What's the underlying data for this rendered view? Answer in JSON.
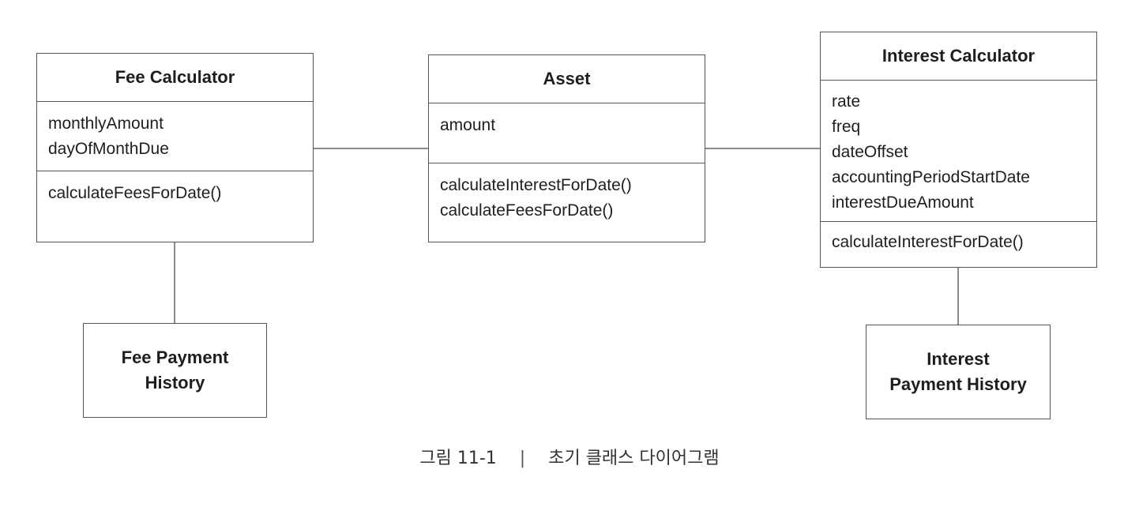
{
  "classes": {
    "fee_calculator": {
      "name": "Fee Calculator",
      "attributes": [
        "monthlyAmount",
        "dayOfMonthDue"
      ],
      "methods": [
        "calculateFeesForDate()"
      ]
    },
    "asset": {
      "name": "Asset",
      "attributes": [
        "amount"
      ],
      "methods": [
        "calculateInterestForDate()",
        "calculateFeesForDate()"
      ]
    },
    "interest_calculator": {
      "name": "Interest Calculator",
      "attributes": [
        "rate",
        "freq",
        "dateOffset",
        "accountingPeriodStartDate",
        "interestDueAmount"
      ],
      "methods": [
        "calculateInterestForDate()"
      ]
    }
  },
  "boxes": {
    "fee_payment_history": {
      "lines": [
        "Fee Payment",
        "History"
      ]
    },
    "interest_payment_history": {
      "lines": [
        "Interest",
        "Payment History"
      ]
    }
  },
  "caption": {
    "figure": "그림 11-1",
    "separator": "|",
    "title": "초기 클래스 다이어그램"
  },
  "colors": {
    "stroke": "#555555",
    "text": "#1e1e1e"
  }
}
